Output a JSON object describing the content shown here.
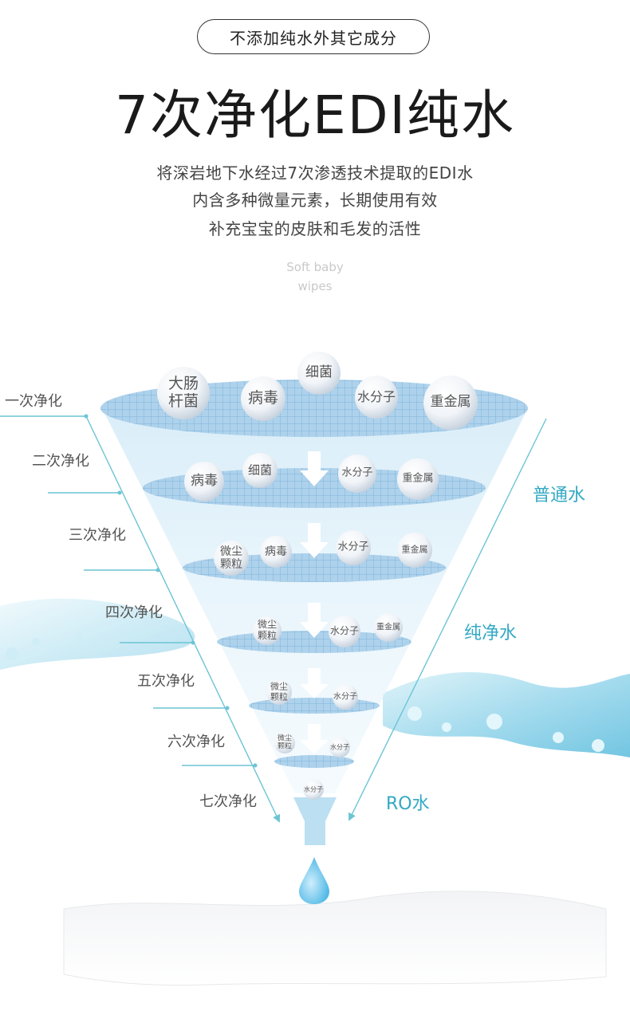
{
  "badge": "不添加纯水外其它成分",
  "title": "7次净化EDI纯水",
  "description": [
    "将深岩地下水经过7次渗透技术提取的EDI水",
    "内含多种微量元素，长期使用有效",
    "补充宝宝的皮肤和毛发的活性"
  ],
  "watermark": [
    "Soft baby",
    "wipes"
  ],
  "stages": [
    "一次净化",
    "二次净化",
    "三次净化",
    "四次净化",
    "五次净化",
    "六次净化",
    "七次净化"
  ],
  "water_types": [
    "普通水",
    "纯净水",
    "RO水"
  ],
  "layer1": [
    "大肠\n杆菌",
    "细菌",
    "病毒",
    "水分子",
    "重金属"
  ],
  "layer2": [
    "病毒",
    "细菌",
    "水分子",
    "重金属"
  ],
  "layer3": [
    "微尘\n颗粒",
    "病毒",
    "水分子",
    "重金属"
  ],
  "layer4": [
    "微尘\n颗粒",
    "水分子",
    "重金属"
  ],
  "layer5": [
    "微尘\n颗粒",
    "水分子"
  ],
  "layer6": [
    "微尘\n颗粒",
    "水分子"
  ],
  "layer7": [
    "水分子"
  ],
  "colors": {
    "accent": "#33a9c4",
    "text": "#1a1a1a",
    "line": "#6cc4d4"
  }
}
